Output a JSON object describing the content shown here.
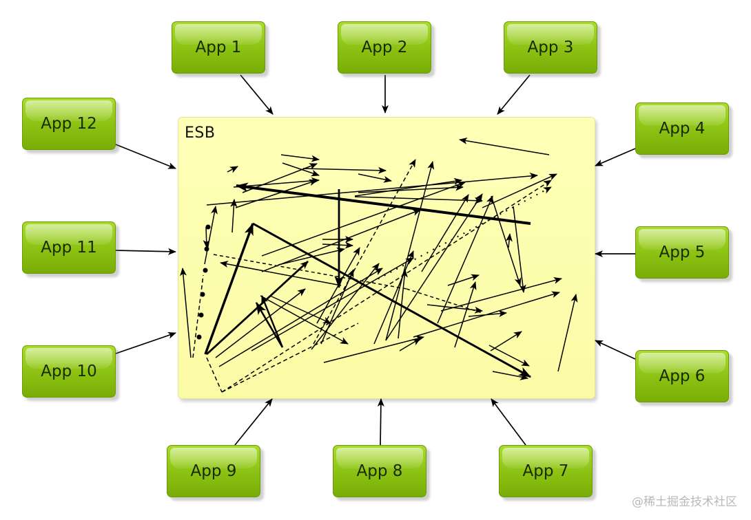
{
  "esb": {
    "label": "ESB"
  },
  "apps": [
    {
      "id": "app1",
      "label": "App 1"
    },
    {
      "id": "app2",
      "label": "App 2"
    },
    {
      "id": "app3",
      "label": "App 3"
    },
    {
      "id": "app4",
      "label": "App 4"
    },
    {
      "id": "app5",
      "label": "App 5"
    },
    {
      "id": "app6",
      "label": "App 6"
    },
    {
      "id": "app7",
      "label": "App 7"
    },
    {
      "id": "app8",
      "label": "App 8"
    },
    {
      "id": "app9",
      "label": "App 9"
    },
    {
      "id": "app10",
      "label": "App 10"
    },
    {
      "id": "app11",
      "label": "App 11"
    },
    {
      "id": "app12",
      "label": "App 12"
    }
  ],
  "watermark": "@稀土掘金技术社区",
  "colors": {
    "app_fill": "#8dc314",
    "esb_fill": "#ffffb8",
    "arrow": "#000000"
  }
}
